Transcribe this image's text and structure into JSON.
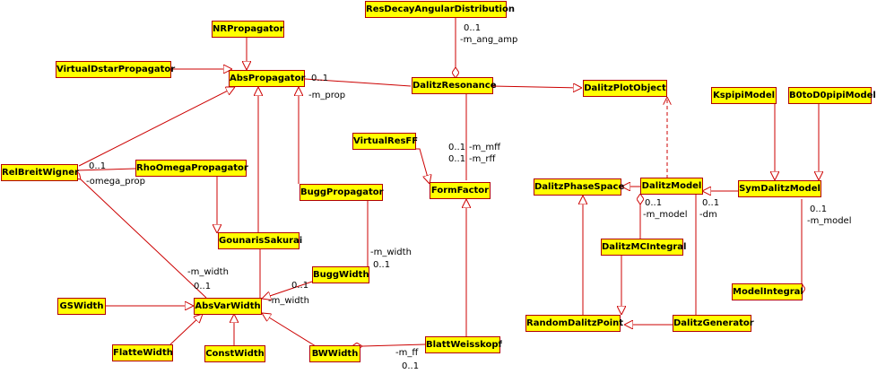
{
  "classes": {
    "res_decay_angular_distribution": "ResDecayAngularDistribution",
    "nr_propagator": "NRPropagator",
    "virtual_dstar_propagator": "VirtualDstarPropagator",
    "abs_propagator": "AbsPropagator",
    "dalitz_resonance": "DalitzResonance",
    "dalitz_plot_object": "DalitzPlotObject",
    "kspipi_model": "KspipiModel",
    "b0tod0pipi_model": "B0toD0pipiModel",
    "virtual_res_ff": "VirtualResFF",
    "rel_breit_wigner": "RelBreitWigner",
    "rho_omega_propagator": "RhoOmegaPropagator",
    "bugg_propagator": "BuggPropagator",
    "form_factor": "FormFactor",
    "dalitz_phase_space": "DalitzPhaseSpace",
    "dalitz_model": "DalitzModel",
    "sym_dalitz_model": "SymDalitzModel",
    "gounaris_sakurai": "GounarisSakurai",
    "dalitz_mc_integral": "DalitzMCIntegral",
    "bugg_width": "BuggWidth",
    "model_integral": "ModelIntegral",
    "gs_width": "GSWidth",
    "abs_var_width": "AbsVarWidth",
    "random_dalitz_point": "RandomDalitzPoint",
    "dalitz_generator": "DalitzGenerator",
    "flatte_width": "FlatteWidth",
    "const_width": "ConstWidth",
    "bw_width": "BWWidth",
    "blatt_weisskopf": "BlattWeisskopf"
  },
  "labels": {
    "m_ang_amp_mult": "0..1",
    "m_ang_amp_role": "-m_ang_amp",
    "m_prop_mult": "0..1",
    "m_prop_role": "-m_prop",
    "m_mff_mult": "0..1",
    "m_mff_role": "-m_mff",
    "m_rff_mult": "0..1",
    "m_rff_role": "-m_rff",
    "omega_prop_mult": "0..1",
    "omega_prop_role": "-omega_prop",
    "m_model_dm_mult": "0..1",
    "m_model_dm_role": "-m_model",
    "dm_mult": "0..1",
    "dm_role": "-dm",
    "sym_m_model_mult": "0..1",
    "sym_m_model_role": "-m_model",
    "bugg_m_width_role": "-m_width",
    "bugg_m_width_mult": "0..1",
    "gs_m_width_role": "-m_width",
    "gs_m_width_mult": "0..1",
    "bw_m_width_mult": "0..1",
    "bw_m_width_role": "-m_width",
    "m_ff_role": "-m_ff",
    "m_ff_mult": "0..1"
  },
  "colors": {
    "class_fill": "#ffff00",
    "class_border": "#b00000",
    "edge": "#cc0000"
  }
}
